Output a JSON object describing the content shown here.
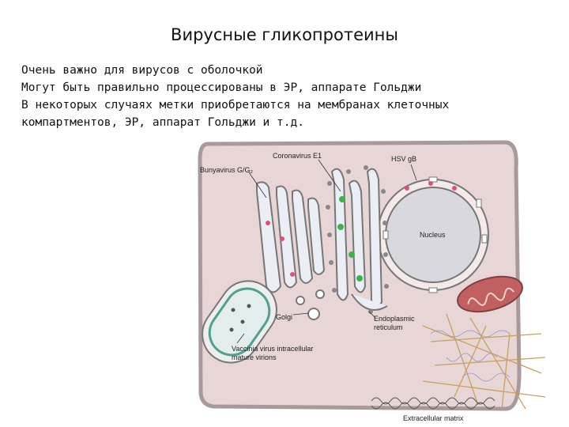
{
  "slide": {
    "title": "Вирусные гликопротеины",
    "lines": [
      "Очень важно для вирусов с оболочкой",
      "Могут быть правильно процессированы в ЭР, аппарате Гольджи",
      "В некоторых случаях метки приобретаются на мембранах клеточных",
      "компартментов, ЭР, аппарат Гольджи и т.д."
    ]
  },
  "figure": {
    "labels": {
      "bunyavirus": "Bunyavirus G/G₂",
      "coronavirus": "Coronavirus E1",
      "hsv": "HSV gB",
      "nucleus": "Nucleus",
      "golgi": "Golgi",
      "er_line1": "Endoplasmic",
      "er_line2": "reticulum",
      "vaccinia_line1": "Vaccinia virus intracellular",
      "vaccinia_line2": "mature virions",
      "ecm": "Extracellular matrix"
    },
    "colors": {
      "cytoplasm": "#e8d6d6",
      "cell_border": "#a89a9a",
      "organelle": "#eceef5",
      "nucleus": "#d8d8de",
      "mitochondrion": "#c06060",
      "glycoprotein_green": "#3cb34a",
      "glycoprotein_pink": "#e0507a",
      "ecm_fibers": "#c9a060"
    }
  }
}
